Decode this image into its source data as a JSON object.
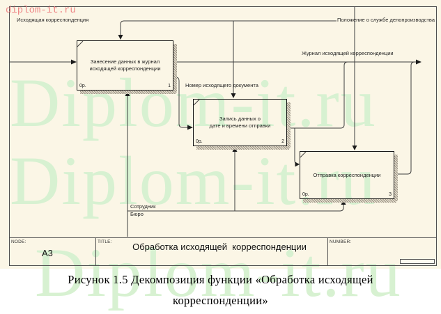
{
  "watermarks": {
    "site_small": "diplom-it.ru",
    "site_large": "Diplom-it.ru",
    "large_color": "#d7f1d1",
    "small_color": "#ee8787"
  },
  "diagram": {
    "labels": {
      "input": "Исходящая корреспонденция",
      "control": "Положение о службе делопроизводства",
      "output": "Журнал исходящей корреспонденции",
      "doc_number": "Номер исходящего документа",
      "mechanism_employee": "Сотрудник",
      "mechanism_bureau": "Бюро"
    },
    "boxes": [
      {
        "line1": "Занесение данных в журнал",
        "line2": "исходящей корреспонденции",
        "cost": "0р.",
        "num": "1"
      },
      {
        "line1": "Запись данных о",
        "line2": "дате и времени отправки",
        "cost": "0р.",
        "num": "2"
      },
      {
        "line1": "Отправка корреспонденции",
        "line2": "",
        "cost": "0р.",
        "num": "3"
      }
    ],
    "kit_bar": {
      "node_label": "NODE:",
      "node_value": "A3",
      "title_label": "TITLE:",
      "title_value": "Обработка исходящей  корреспонденции",
      "number_label": "NUMBER:"
    }
  },
  "caption": {
    "line1": "Рисунок 1.5 Декомпозиция функции «Обработка исходящей",
    "line2": "корреспонденции»"
  }
}
